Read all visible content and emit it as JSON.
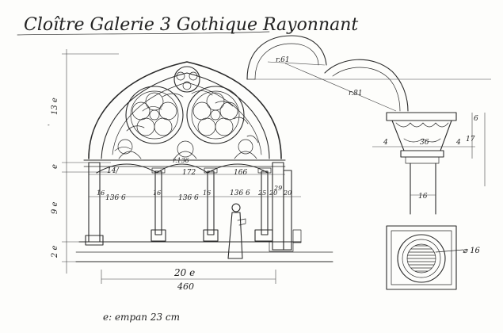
{
  "title": "Cloître Galerie 3 Gothique Rayonnant",
  "footnote": "e: empan 23 cm",
  "dimensions": {
    "tracery_span_a": "14/",
    "tracery_span_b": "172",
    "tracery_span_c": "166",
    "tracery_radius": "r.136",
    "bay_a": "136 6",
    "bay_b": "136 6",
    "bay_c": "136 6",
    "col_a": "16",
    "col_b": "16",
    "col_c": "16",
    "pier_a": "25",
    "pier_b": "20",
    "pier_c": "29",
    "pier_d": "20",
    "total_e": "20 e",
    "total_cm": "460",
    "height_upper": "13 e",
    "height_mid": "e",
    "height_lower": "9 e",
    "height_base": "2 e",
    "arch_radius_1": "r.61",
    "arch_radius_2": "r.81",
    "cap_top": "6",
    "cap_height": "17",
    "cap_left": "4",
    "cap_mid": "36",
    "cap_right": "4",
    "shaft": "16",
    "base_dia": "⌀ 16"
  }
}
